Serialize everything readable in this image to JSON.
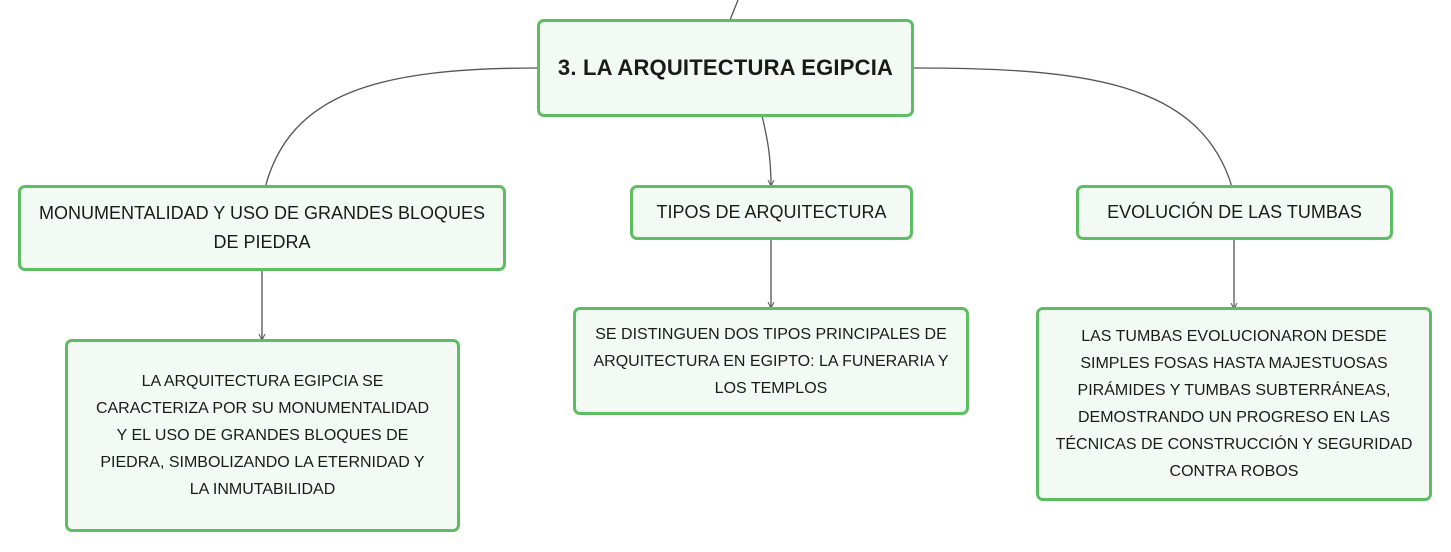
{
  "mindmap": {
    "root": {
      "label": "3. LA ARQUITECTURA EGIPCIA"
    },
    "branches": [
      {
        "label": "MONUMENTALIDAD Y USO DE GRANDES BLOQUES DE PIEDRA",
        "detail": "LA ARQUITECTURA EGIPCIA SE CARACTERIZA POR SU MONUMENTALIDAD Y EL USO DE GRANDES BLOQUES DE PIEDRA, SIMBOLIZANDO LA ETERNIDAD Y LA INMUTABILIDAD"
      },
      {
        "label": "TIPOS DE ARQUITECTURA",
        "detail": "SE DISTINGUEN DOS TIPOS PRINCIPALES DE ARQUITECTURA EN EGIPTO: LA FUNERARIA Y LOS TEMPLOS"
      },
      {
        "label": "EVOLUCIÓN DE LAS TUMBAS",
        "detail": "LAS TUMBAS EVOLUCIONARON DESDE SIMPLES FOSAS HASTA MAJESTUOSAS PIRÁMIDES Y TUMBAS SUBTERRÁNEAS, DEMOSTRANDO UN PROGRESO EN LAS TÉCNICAS DE CONSTRUCCIÓN Y SEGURIDAD CONTRA ROBOS"
      }
    ]
  },
  "colors": {
    "node_border": "#5cbd62",
    "node_fill": "#f3faf3",
    "connector": "#555555"
  }
}
